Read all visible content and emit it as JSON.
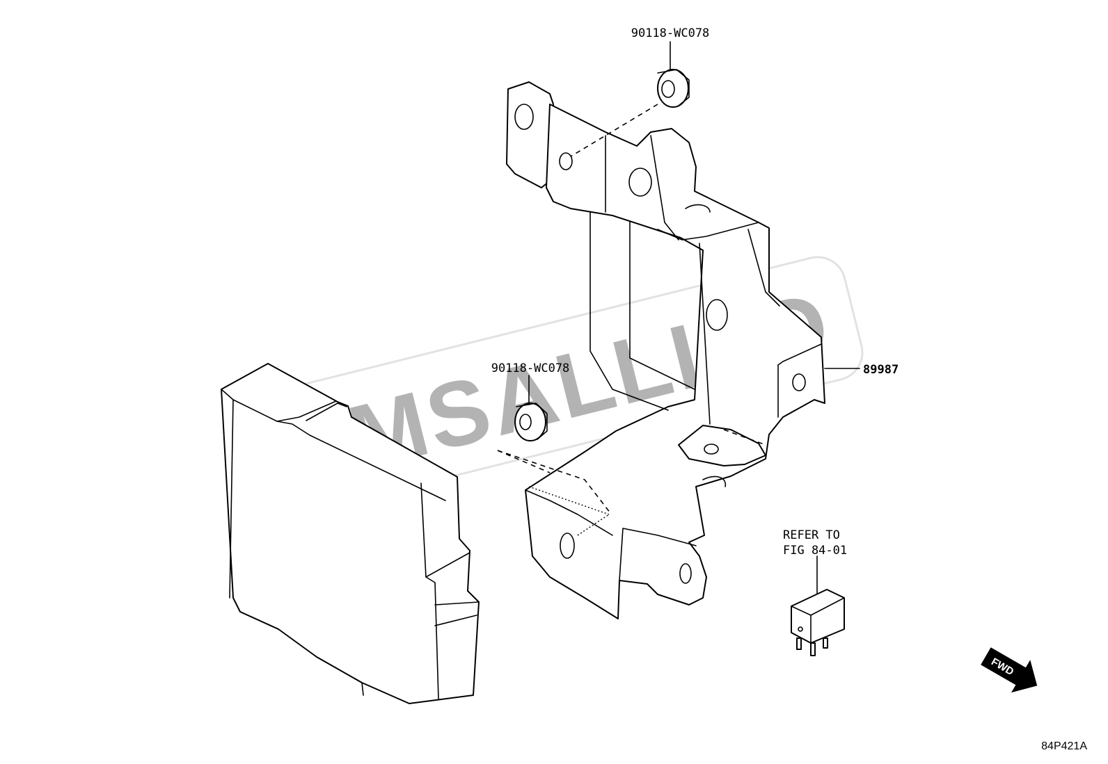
{
  "watermark": {
    "text": "AMSALLIED",
    "color": "#b3b3b3"
  },
  "callouts": {
    "nut_top": "90118-WC078",
    "nut_mid": "90118-WC078",
    "bracket": "89987",
    "refer_line1": "REFER TO",
    "refer_line2": "FIG 84-01"
  },
  "fwd_label": "FWD",
  "figure_code": "84P421A",
  "parts": [
    {
      "name": "ecu-module"
    },
    {
      "name": "mounting-bracket"
    },
    {
      "name": "nut"
    },
    {
      "name": "relay"
    }
  ]
}
